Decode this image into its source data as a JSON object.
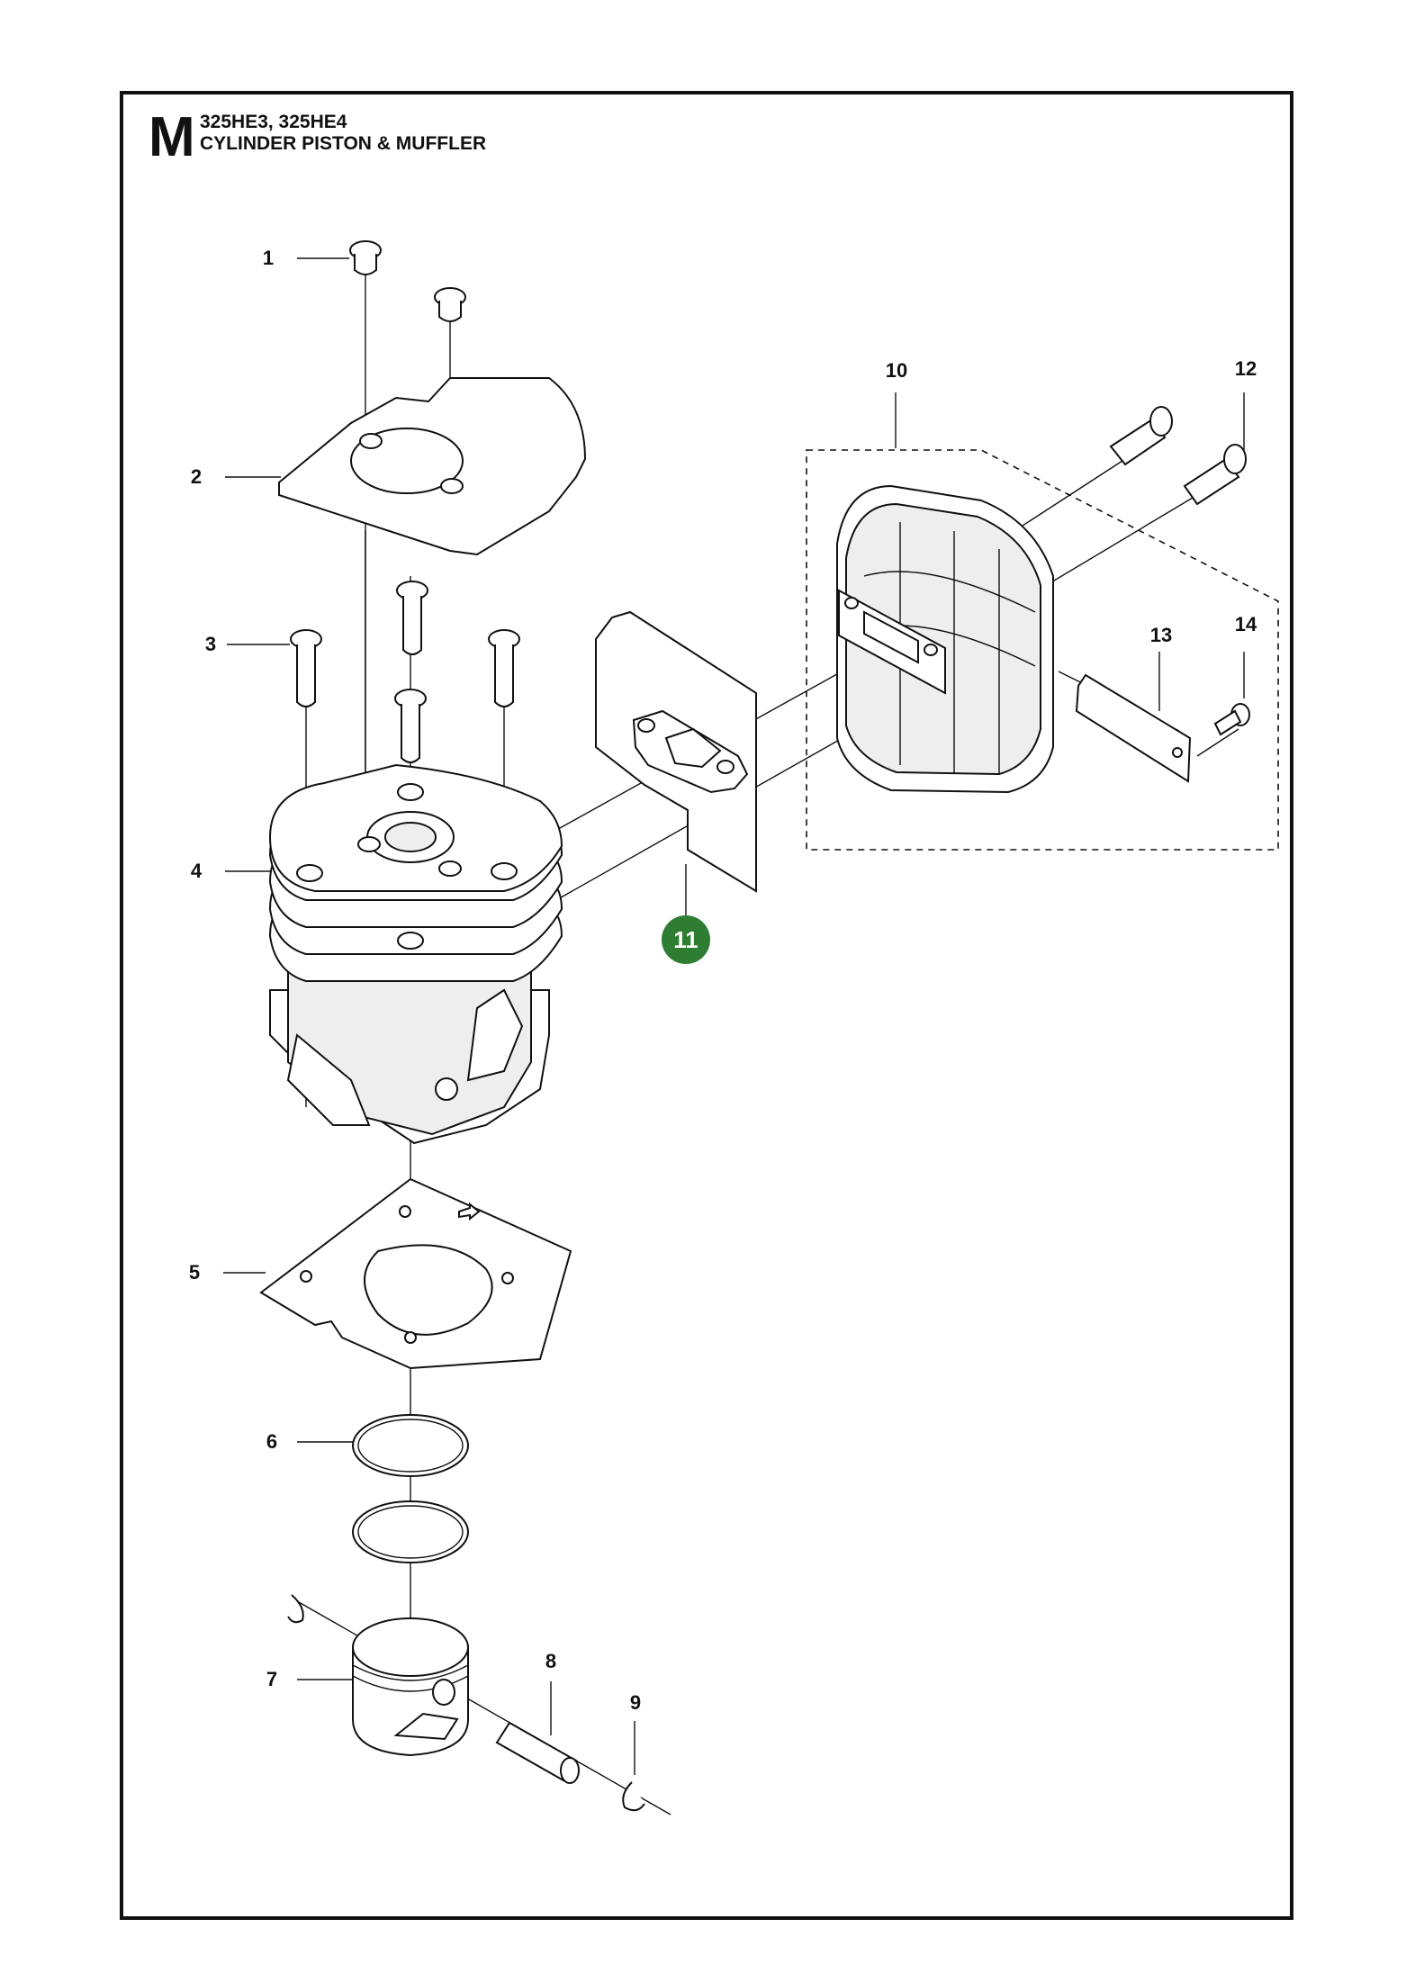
{
  "header": {
    "section_letter": "M",
    "models": "325HE3, 325HE4",
    "title": "CYLINDER PISTON & MUFFLER"
  },
  "callouts": [
    {
      "id": "1",
      "label": "1",
      "highlight": false
    },
    {
      "id": "2",
      "label": "2",
      "highlight": false
    },
    {
      "id": "3",
      "label": "3",
      "highlight": false
    },
    {
      "id": "4",
      "label": "4",
      "highlight": false
    },
    {
      "id": "5",
      "label": "5",
      "highlight": false
    },
    {
      "id": "6",
      "label": "6",
      "highlight": false
    },
    {
      "id": "7",
      "label": "7",
      "highlight": false
    },
    {
      "id": "8",
      "label": "8",
      "highlight": false
    },
    {
      "id": "9",
      "label": "9",
      "highlight": false
    },
    {
      "id": "10",
      "label": "10",
      "highlight": false
    },
    {
      "id": "11",
      "label": "11",
      "highlight": true
    },
    {
      "id": "12",
      "label": "12",
      "highlight": false
    },
    {
      "id": "13",
      "label": "13",
      "highlight": false
    },
    {
      "id": "14",
      "label": "14",
      "highlight": false
    }
  ],
  "colors": {
    "highlight": "#2e7d32",
    "line": "#111111"
  }
}
